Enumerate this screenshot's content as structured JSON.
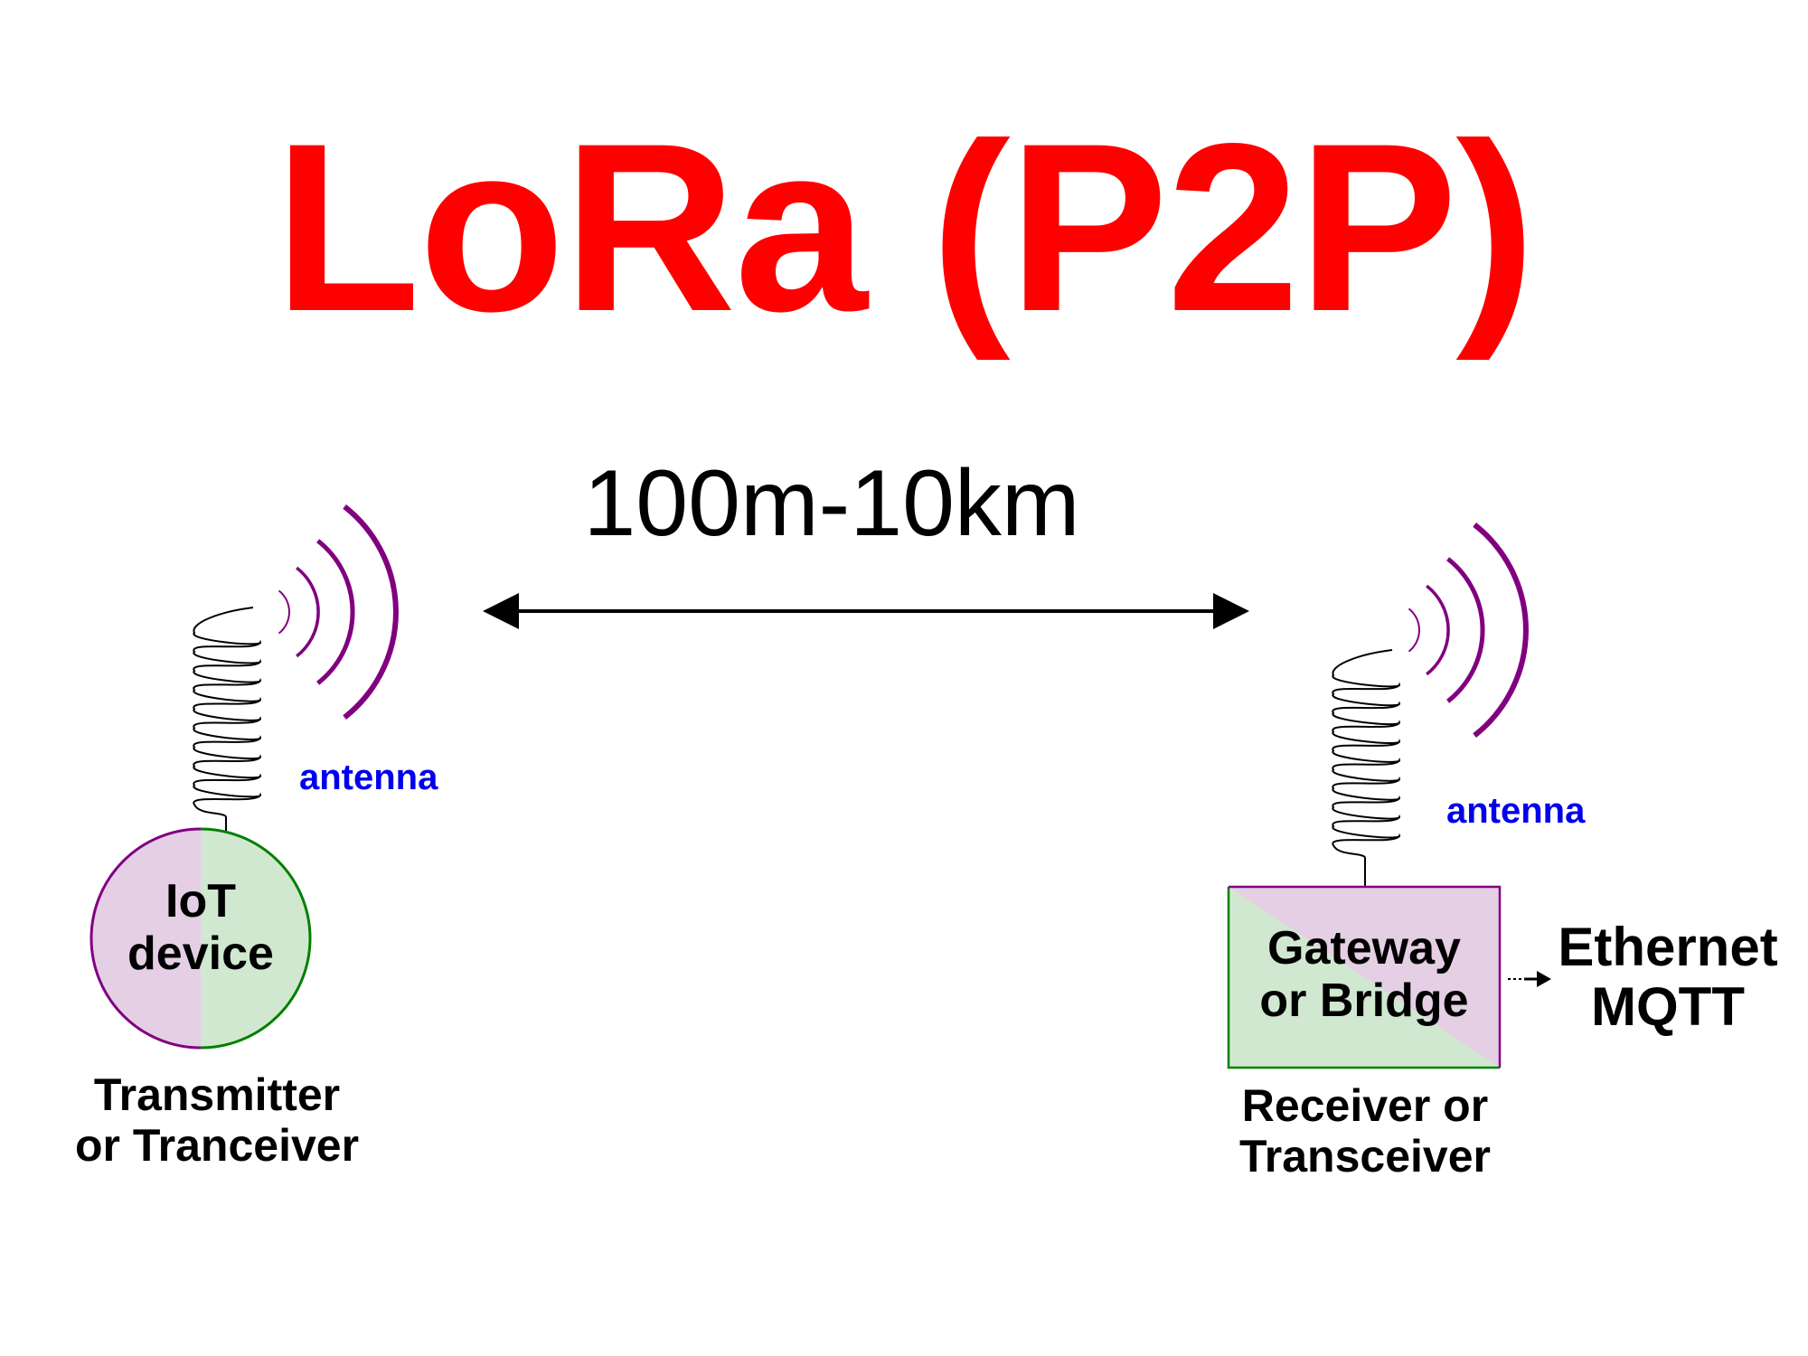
{
  "title": "LoRa (P2P)",
  "distance_label": "100m-10km",
  "node_left": {
    "device_line1": "IoT",
    "device_line2": "device",
    "antenna_label": "antenna",
    "role_line1": "Transmitter",
    "role_line2": "or Tranceiver"
  },
  "node_right": {
    "device_line1": "Gateway",
    "device_line2": "or Bridge",
    "antenna_label": "antenna",
    "role_line1": "Receiver or",
    "role_line2": "Transceiver"
  },
  "output": {
    "line1": "Ethernet",
    "line2": "MQTT"
  },
  "colors": {
    "title": "#ff0000",
    "antenna_label": "#0000ee",
    "signal_waves": "#800080",
    "fill_purple": "#e4cfe4",
    "fill_green": "#d0e8d0",
    "stroke_green": "#008000",
    "stroke_purple": "#800080"
  }
}
